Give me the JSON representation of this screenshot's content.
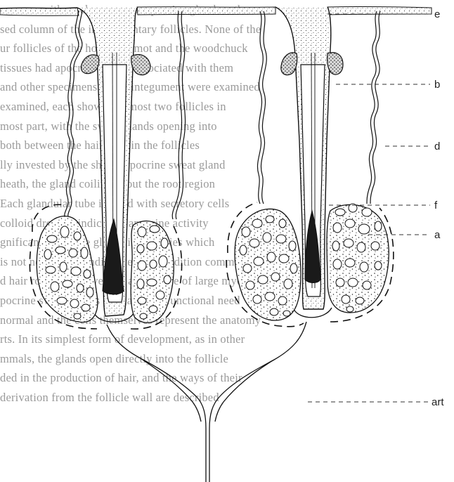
{
  "labels": {
    "e": "e",
    "b": "b",
    "d": "d",
    "f": "f",
    "a": "a",
    "art": "art"
  },
  "background_text": [
    "ere was neither sebaceous nor apocrine gland on the",
    "sed column of the integumentary follicles. None of the",
    "ur follicles of the hoary marmot and the woodchuck",
    "tissues had apocrine glands associated with them",
    "and other specimens of the integument were examined",
    "examined, each showed at most two follicles in",
    "most part, with the sweat glands opening into",
    "both between the hairs and in the follicles",
    "lly invested by the sheath apocrine sweat gland",
    "heath, the gland coiling about the root region",
    "Each glandular tube is lined with secretory cells",
    "colloid droplets indicating apocrine activity",
    "gnificance of these glands in a species which",
    "is not necessarily indicative of a condition common",
    "d hair roots. Moreover the abundance of large myo-",
    "pocrine sweat glands indicates the functional need",
    "normal and the cells themselves represent the anatomy",
    "rts. In its simplest form of development, as in other",
    "mmals, the glands open directly into the follicle",
    "ded in the production of hair, and the ways of their",
    "derivation from the follicle wall are described"
  ]
}
